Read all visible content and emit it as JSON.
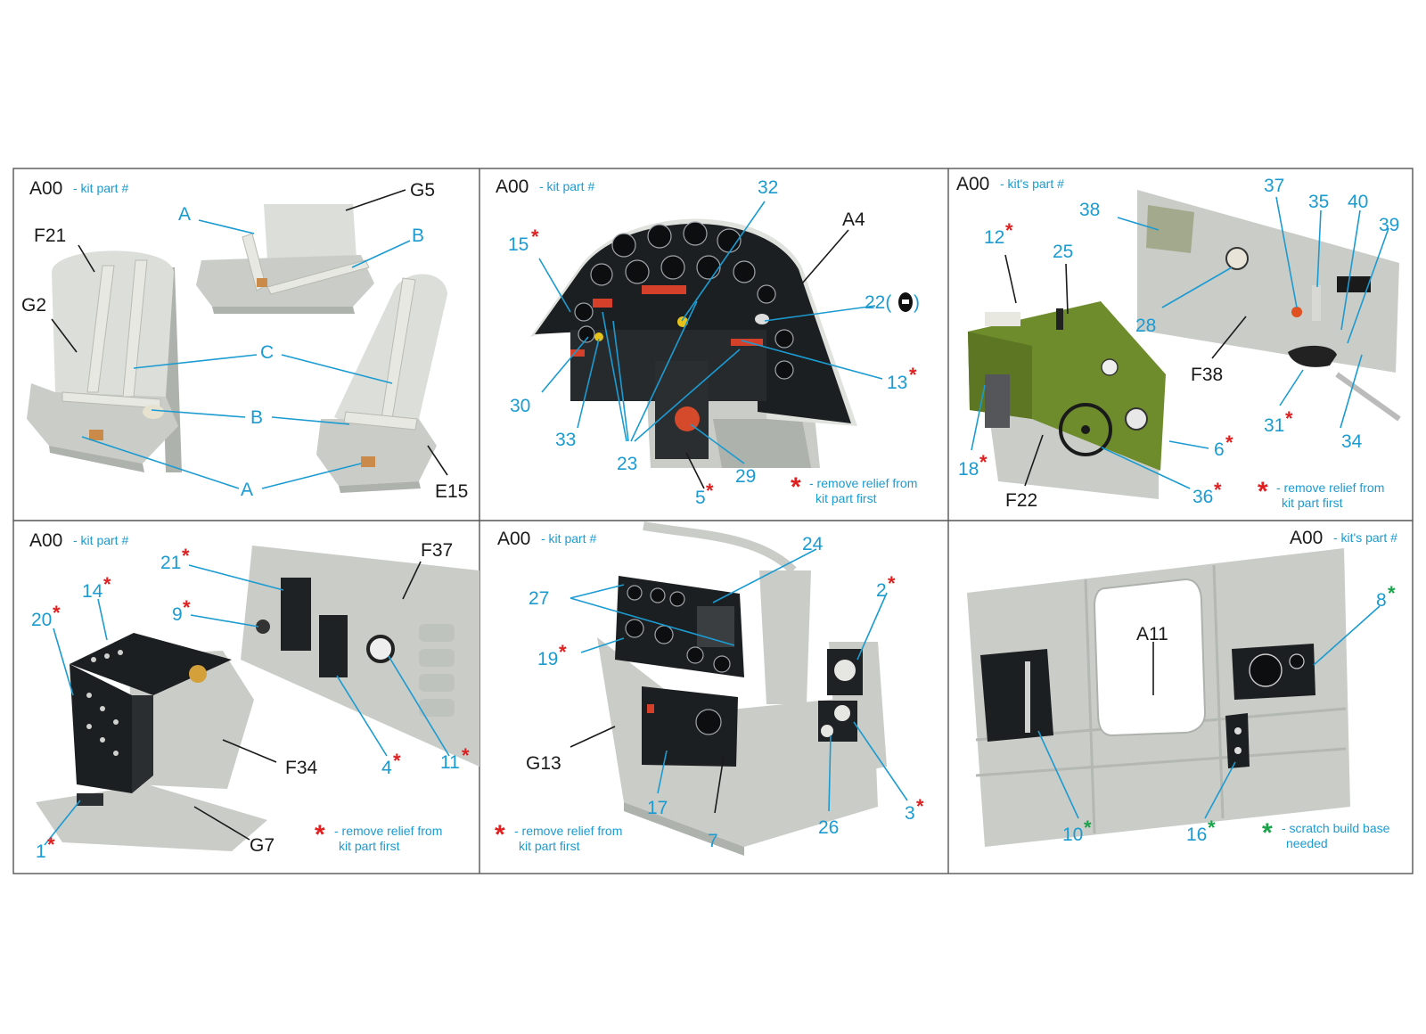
{
  "panels": [
    {
      "id": "p1",
      "header": {
        "code": "A00",
        "note": "- kit part #"
      },
      "labels": [
        {
          "text": "G5",
          "color": "black"
        },
        {
          "text": "A",
          "color": "blue"
        },
        {
          "text": "B",
          "color": "blue"
        },
        {
          "text": "F21",
          "color": "black"
        },
        {
          "text": "G2",
          "color": "black"
        },
        {
          "text": "C",
          "color": "blue"
        },
        {
          "text": "B",
          "color": "blue"
        },
        {
          "text": "A",
          "color": "blue"
        },
        {
          "text": "E15",
          "color": "black"
        }
      ]
    },
    {
      "id": "p2",
      "header": {
        "code": "A00",
        "note": "- kit part #"
      },
      "labels": [
        {
          "text": "32",
          "star": false
        },
        {
          "text": "A4",
          "color": "black"
        },
        {
          "text": "15",
          "star": true
        },
        {
          "text": "22(",
          "suffix": ")"
        },
        {
          "text": "13",
          "star": true
        },
        {
          "text": "30",
          "star": false
        },
        {
          "text": "33",
          "star": false
        },
        {
          "text": "23",
          "star": false
        },
        {
          "text": "29",
          "star": false
        },
        {
          "text": "5",
          "star": true
        }
      ],
      "footnote": {
        "star": "*",
        "line1": "- remove relief from",
        "line2": "kit part first"
      }
    },
    {
      "id": "p3",
      "header": {
        "code": "A00",
        "note": "- kit's part #"
      },
      "labels": [
        {
          "text": "12",
          "star": true
        },
        {
          "text": "25",
          "star": false
        },
        {
          "text": "38",
          "star": false
        },
        {
          "text": "37",
          "star": false
        },
        {
          "text": "35",
          "star": false
        },
        {
          "text": "40",
          "star": false
        },
        {
          "text": "39",
          "star": false
        },
        {
          "text": "28",
          "star": false
        },
        {
          "text": "F38",
          "color": "black"
        },
        {
          "text": "18",
          "star": true
        },
        {
          "text": "F22",
          "color": "black"
        },
        {
          "text": "36",
          "star": true
        },
        {
          "text": "6",
          "star": true
        },
        {
          "text": "31",
          "star": true
        },
        {
          "text": "34",
          "star": false
        }
      ],
      "footnote": {
        "star": "*",
        "line1": "- remove relief from",
        "line2": "kit part first"
      }
    },
    {
      "id": "p4",
      "header": {
        "code": "A00",
        "note": "- kit part #"
      },
      "labels": [
        {
          "text": "F37",
          "color": "black"
        },
        {
          "text": "21",
          "star": true
        },
        {
          "text": "14",
          "star": true
        },
        {
          "text": "20",
          "star": true
        },
        {
          "text": "9",
          "star": true
        },
        {
          "text": "F34",
          "color": "black"
        },
        {
          "text": "4",
          "star": true
        },
        {
          "text": "11",
          "star": true
        },
        {
          "text": "G7",
          "color": "black"
        },
        {
          "text": "1",
          "star": true
        }
      ],
      "footnote": {
        "star": "*",
        "line1": "- remove relief from",
        "line2": "kit part first"
      }
    },
    {
      "id": "p5",
      "header": {
        "code": "A00",
        "note": "- kit part #"
      },
      "labels": [
        {
          "text": "24",
          "star": false
        },
        {
          "text": "27",
          "star": false
        },
        {
          "text": "2",
          "star": true
        },
        {
          "text": "19",
          "star": true
        },
        {
          "text": "G13",
          "color": "black"
        },
        {
          "text": "17",
          "star": false
        },
        {
          "text": "7",
          "star": false
        },
        {
          "text": "26",
          "star": false
        },
        {
          "text": "3",
          "star": true
        }
      ],
      "footnote": {
        "star": "*",
        "line1": "- remove relief from",
        "line2": "kit part first"
      }
    },
    {
      "id": "p6",
      "header": {
        "code": "A00",
        "note": "- kit's part #"
      },
      "labels": [
        {
          "text": "A11",
          "color": "black"
        },
        {
          "text": "8",
          "star": true,
          "starColor": "green"
        },
        {
          "text": "10",
          "star": true,
          "starColor": "green"
        },
        {
          "text": "16",
          "star": true,
          "starColor": "green"
        }
      ],
      "footnote": {
        "star": "*",
        "line1": "- scratch build base",
        "line2": "needed",
        "starColor": "green"
      }
    }
  ],
  "colors": {
    "label_blue": "#1b9bd1",
    "label_black": "#1a1a1a",
    "star_red": "#e02020",
    "star_green": "#1aa34a",
    "resin_grey": "#c9ccc7",
    "panel_black": "#1c1f21",
    "console_green": "#6e8c2c",
    "grid_border": "#555555"
  }
}
